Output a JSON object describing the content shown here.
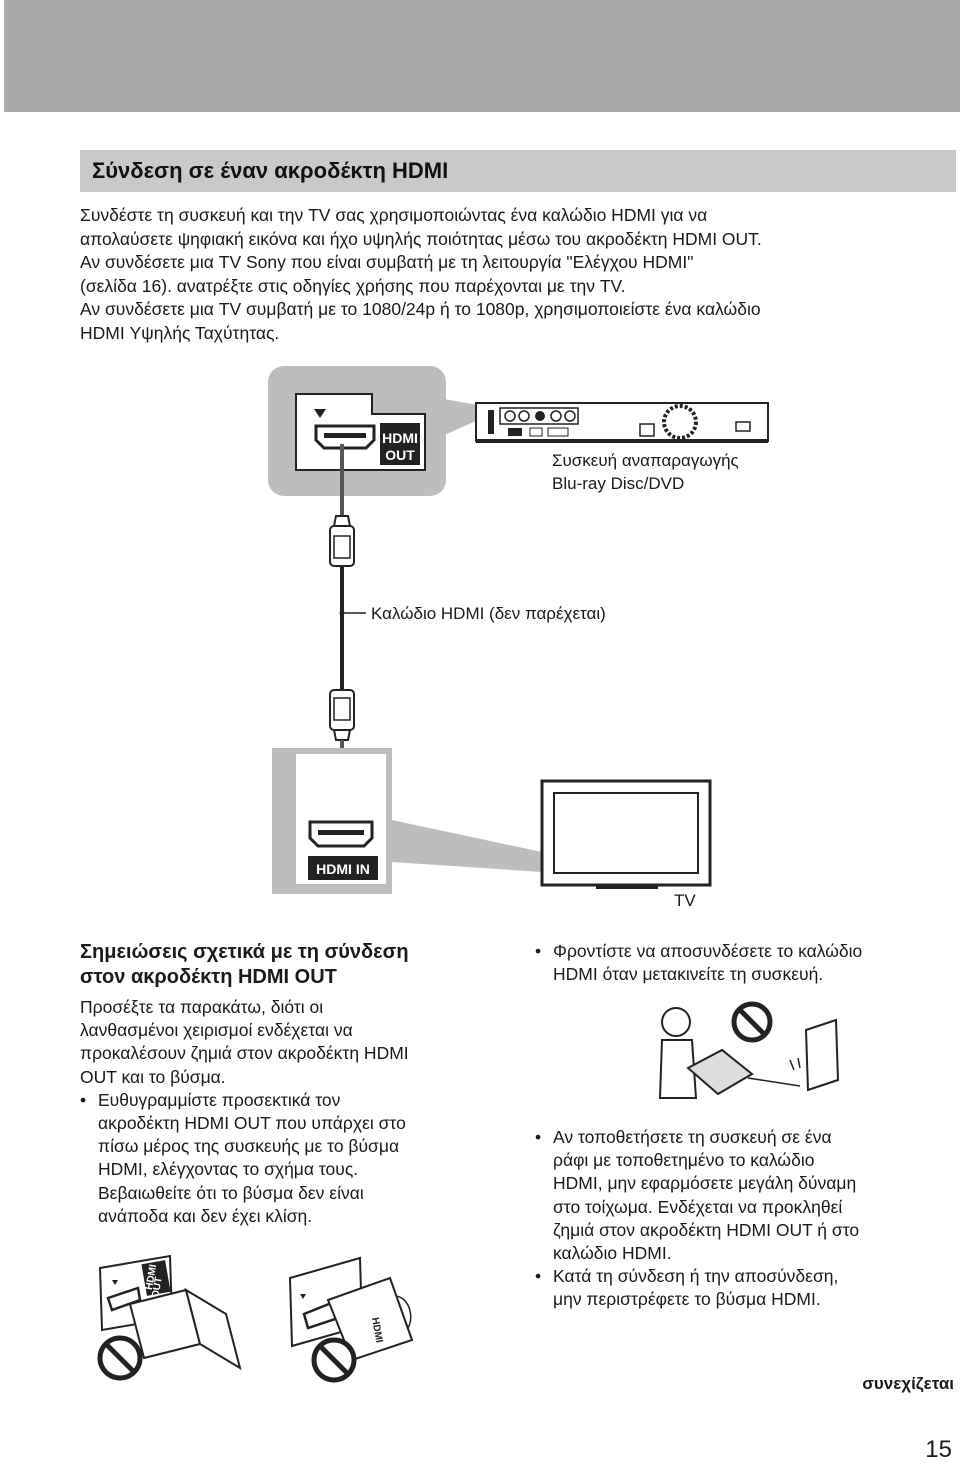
{
  "section_title": "Σύνδεση σε έναν ακροδέκτη HDMI",
  "intro_lines": [
    "Συνδέστε τη συσκευή και την TV σας χρησιμοποιώντας ένα καλώδιο HDMI για να",
    "απολαύσετε ψηφιακή εικόνα και ήχο υψηλής ποιότητας μέσω του ακροδέκτη HDMI OUT.",
    "Αν συνδέσετε μια TV Sony που είναι συμβατή με τη λειτουργία \"Ελέγχου HDMI\"",
    "(σελίδα 16). ανατρέξτε στις οδηγίες χρήσης που παρέχονται με την TV.",
    "Αν συνδέσετε μια TV συμβατή με το 1080/24p ή το 1080p, χρησιμοποιείστε ένα καλώδιο",
    "HDMI Υψηλής Ταχύτητας."
  ],
  "diagram": {
    "hdmi_out_label_1": "HDMI",
    "hdmi_out_label_2": "OUT",
    "hdmi_in_label": "HDMI IN",
    "player_label_1": "Συσκευή αναπαραγωγής",
    "player_label_2": "Blu-ray Disc/DVD",
    "cable_label": "Καλώδιο HDMI (δεν παρέχεται)",
    "tv_label": "TV"
  },
  "notes": {
    "title_1": "Σημειώσεις σχετικά με τη σύνδεση",
    "title_2": "στον ακροδέκτη HDMI OUT",
    "intro_lines": [
      "Προσέξτε τα παρακάτω, διότι οι",
      "λανθασμένοι χειρισμοί ενδέχεται να",
      "προκαλέσουν ζημιά στον ακροδέκτη HDMI",
      "OUT και το βύσμα."
    ],
    "bullet_mark": "•",
    "bullet1_lines": [
      "Ευθυγραμμίστε προσεκτικά τον",
      "ακροδέκτη HDMI OUT που υπάρχει στο",
      "πίσω μέρος της συσκευής με το βύσμα",
      "HDMI, ελέγχοντας το σχήμα τους.",
      "Βεβαιωθείτε ότι το βύσμα δεν είναι",
      "ανάποδα και δεν έχει κλίση."
    ],
    "bullet2_lines": [
      "Φροντίστε να αποσυνδέσετε το καλώδιο",
      "HDMI όταν μετακινείτε τη συσκευή."
    ],
    "bullet3_lines": [
      "Αν τοποθετήσετε τη συσκευή σε ένα",
      "ράφι με τοποθετημένο το καλώδιο",
      "HDMI, μην εφαρμόσετε μεγάλη δύναμη",
      "στο τοίχωμα. Ενδέχεται να προκληθεί",
      "ζημιά στον ακροδέκτη HDMI OUT ή στο",
      "καλώδιο HDMI."
    ],
    "bullet4_lines": [
      "Κατά τη σύνδεση ή την αποσύνδεση,",
      "μην περιστρέφετε το βύσμα HDMI."
    ],
    "warn_label_1": "HDMI",
    "warn_label_2": "OUT",
    "plug_label": "HDMI"
  },
  "continued": "συνεχίζεται",
  "page_number": "15"
}
